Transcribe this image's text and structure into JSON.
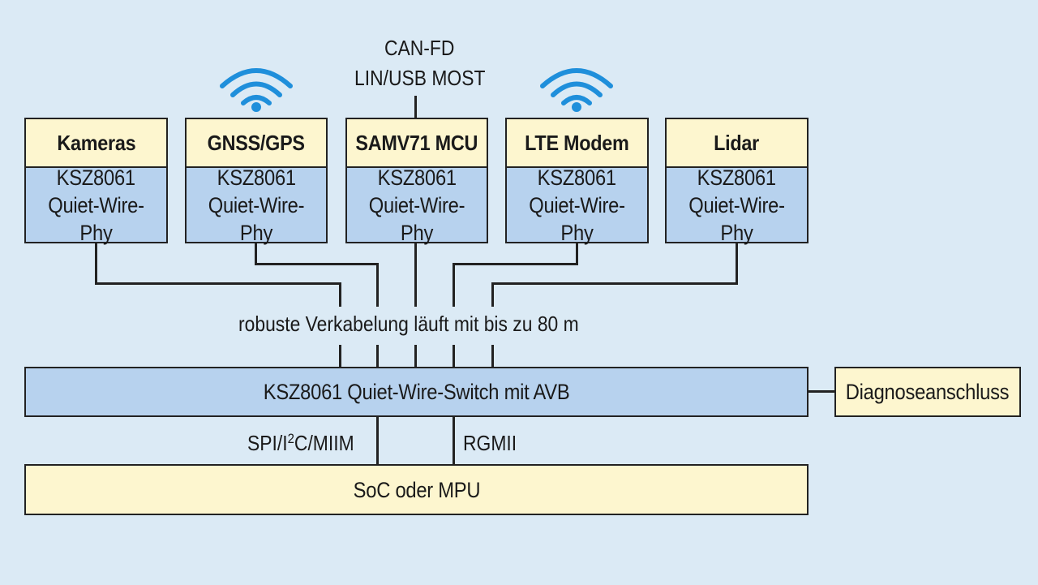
{
  "top_note": {
    "line1": "CAN-FD",
    "line2": "LIN/USB MOST"
  },
  "nodes": [
    {
      "title": "Kameras",
      "phy_line1": "KSZ8061",
      "phy_line2": "Quiet-Wire-Phy",
      "wireless": false
    },
    {
      "title": "GNSS/GPS",
      "phy_line1": "KSZ8061",
      "phy_line2": "Quiet-Wire-Phy",
      "wireless": true
    },
    {
      "title": "SAMV71 MCU",
      "phy_line1": "KSZ8061",
      "phy_line2": "Quiet-Wire-Phy",
      "wireless": false
    },
    {
      "title": "LTE Modem",
      "phy_line1": "KSZ8061",
      "phy_line2": "Quiet-Wire-Phy",
      "wireless": true
    },
    {
      "title": "Lidar",
      "phy_line1": "KSZ8061",
      "phy_line2": "Quiet-Wire-Phy",
      "wireless": false
    }
  ],
  "cable_note": "robuste Verkabelung läuft mit bis zu 80 m",
  "switch": {
    "label": "KSZ8061 Quiet-Wire-Switch mit AVB"
  },
  "diagnostic": {
    "label": "Diagnoseanschluss"
  },
  "interfaces": {
    "left_pre": "SPI/I",
    "left_sup": "2",
    "left_post": "C/MIIM",
    "right": "RGMII"
  },
  "soc": {
    "label": "SoC oder MPU"
  },
  "colors": {
    "background": "#dbeaf5",
    "node_fill": "#fdf6cf",
    "phy_fill": "#b7d2ee",
    "wifi": "#1f8fdb",
    "line": "#222222"
  }
}
